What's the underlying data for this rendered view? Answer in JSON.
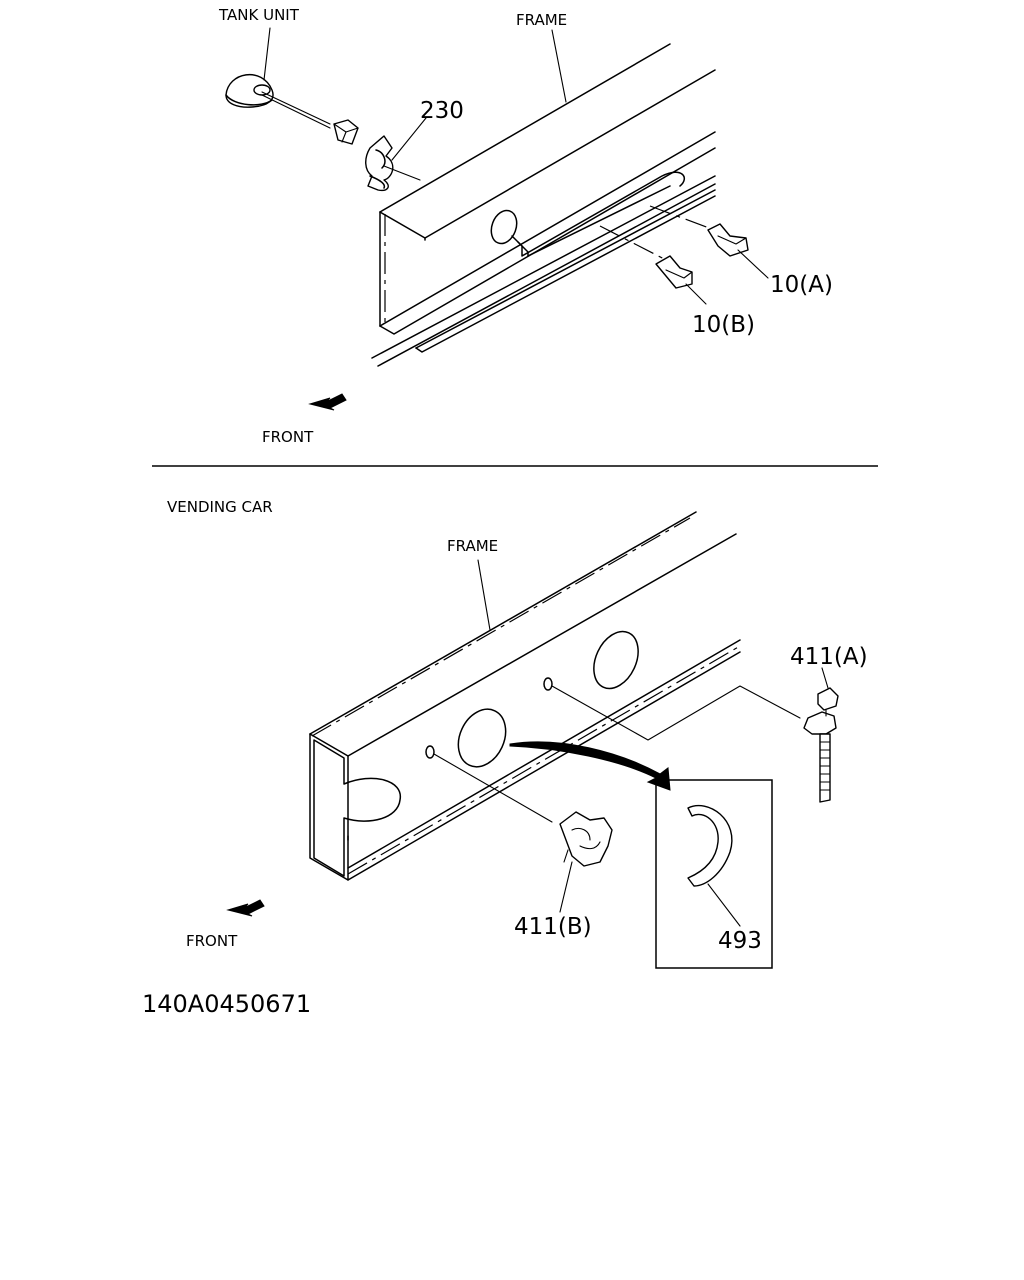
{
  "top_view": {
    "labels": {
      "tank_unit": "TANK UNIT",
      "frame": "FRAME",
      "front": "FRONT"
    },
    "callouts": {
      "p230": "230",
      "p10a": "10(A)",
      "p10b": "10(B)"
    }
  },
  "bottom_view": {
    "variant_label": "VENDING CAR",
    "labels": {
      "frame": "FRAME",
      "front": "FRONT"
    },
    "callouts": {
      "p411a": "411(A)",
      "p411b": "411(B)",
      "p493": "493"
    }
  },
  "drawing_code": "140A0450671"
}
